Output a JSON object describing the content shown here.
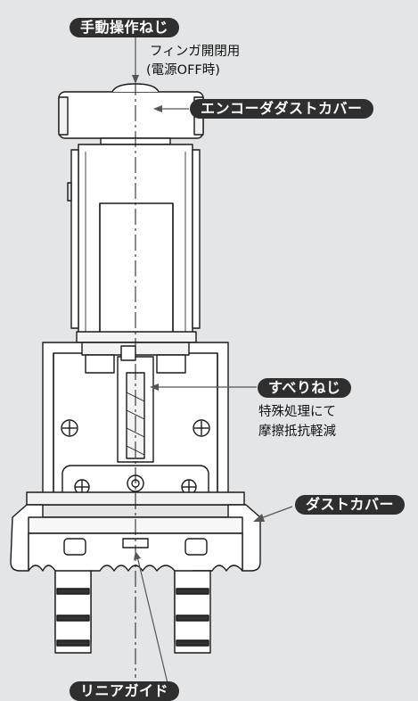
{
  "labels": {
    "manual_screw": "手動操作ねじ",
    "manual_screw_note_1": "フィンガ開閉用",
    "manual_screw_note_2": "(電源OFF時)",
    "encoder_cover": "エンコーダダストカバー",
    "slide_screw": "すべりねじ",
    "slide_screw_note_1": "特殊処理にて",
    "slide_screw_note_2": "摩擦抵抗軽減",
    "dust_cover": "ダストカバー",
    "linear_guide": "リニアガイド"
  },
  "colors": {
    "background": "#e4e5e7",
    "part_fill": "#ffffff",
    "outline": "#1a1a1a",
    "label_bg": "#2f2f2f",
    "label_text": "#ffffff",
    "leader": "#555555"
  }
}
